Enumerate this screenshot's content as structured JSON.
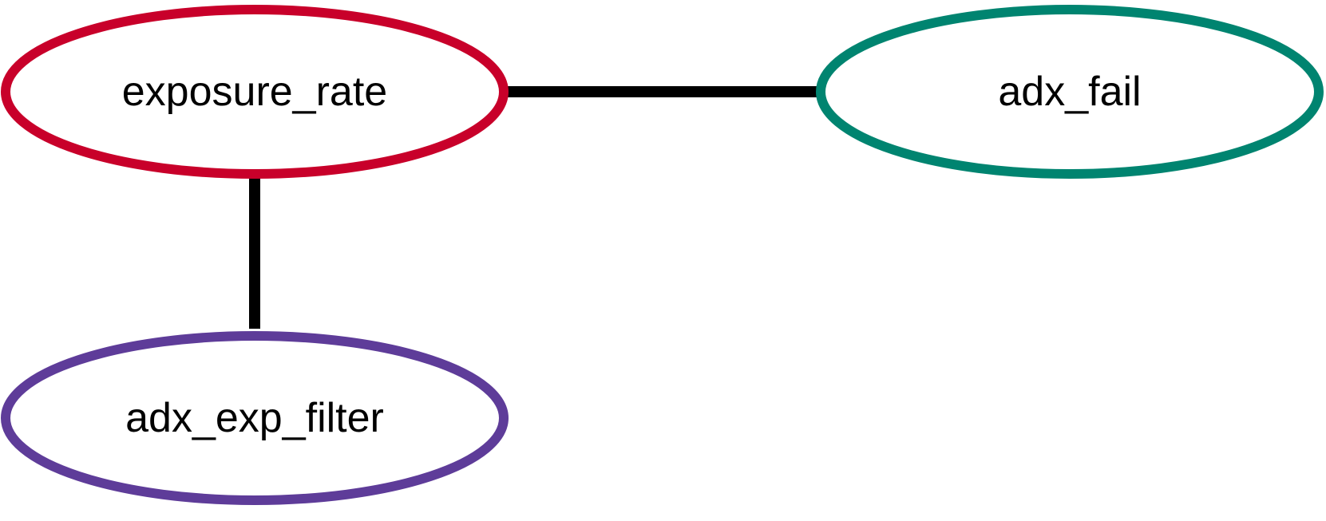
{
  "diagram": {
    "nodes": {
      "exposure_rate": {
        "label": "exposure_rate",
        "color": "#C8002A"
      },
      "adx_fail": {
        "label": "adx_fail",
        "color": "#008470"
      },
      "adx_exp_filter": {
        "label": "adx_exp_filter",
        "color": "#5E3C99"
      }
    },
    "edges": [
      {
        "from": "exposure_rate",
        "to": "adx_fail"
      },
      {
        "from": "exposure_rate",
        "to": "adx_exp_filter"
      }
    ],
    "edge_color": "#000000"
  }
}
